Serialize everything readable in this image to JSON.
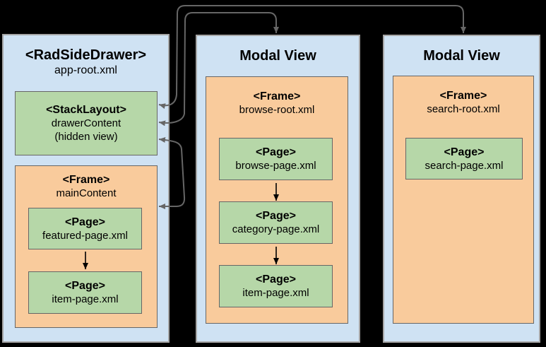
{
  "colors": {
    "background": "#000000",
    "panel": "#cfe2f3",
    "green": "#b6d7a8",
    "orange": "#f9cb9c",
    "panel_border": "#a5a5a5",
    "box_border": "#666666",
    "connector": "#666666",
    "page_arrow": "#000000",
    "text": "#000000"
  },
  "drawer_panel": {
    "title": "<RadSideDrawer>",
    "file": "app-root.xml",
    "stack": {
      "tag": "<StackLayout>",
      "name": "drawerContent",
      "note": "(hidden view)"
    },
    "frame": {
      "tag": "<Frame>",
      "name": "mainContent",
      "pages": [
        {
          "tag": "<Page>",
          "file": "featured-page.xml"
        },
        {
          "tag": "<Page>",
          "file": "item-page.xml"
        }
      ]
    }
  },
  "browse_panel": {
    "title": "Modal View",
    "frame": {
      "tag": "<Frame>",
      "file": "browse-root.xml",
      "pages": [
        {
          "tag": "<Page>",
          "file": "browse-page.xml"
        },
        {
          "tag": "<Page>",
          "file": "category-page.xml"
        },
        {
          "tag": "<Page>",
          "file": "item-page.xml"
        }
      ]
    }
  },
  "search_panel": {
    "title": "Modal View",
    "frame": {
      "tag": "<Frame>",
      "file": "search-root.xml",
      "pages": [
        {
          "tag": "<Page>",
          "file": "search-page.xml"
        }
      ]
    }
  }
}
